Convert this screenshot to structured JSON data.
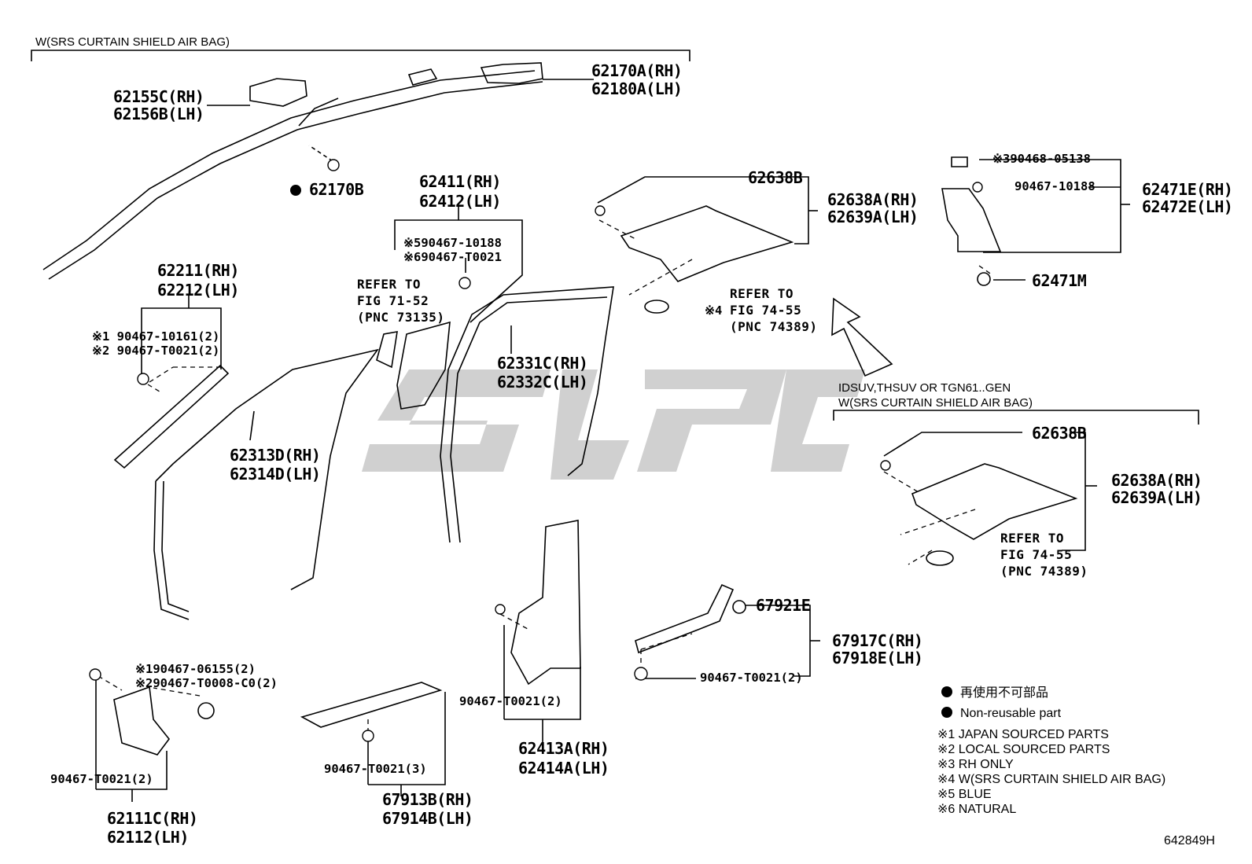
{
  "header": {
    "top_caption": "W(SRS CURTAIN SHIELD AIR BAG)",
    "mid_caption_1": "IDSUV,THSUV OR TGN61..GEN",
    "mid_caption_2": "W(SRS CURTAIN SHIELD AIR BAG)"
  },
  "labels": {
    "p62155C": "62155C(RH)",
    "p62156B": "62156B(LH)",
    "p62170A": "62170A(RH)",
    "p62180A": "62180A(LH)",
    "p62170B": "62170B",
    "p62411": "62411(RH)",
    "p62412": "62412(LH)",
    "c90467_10188_5": "※590467-10188",
    "c90467_T0021_6": "※690467-T0021",
    "refer1_l1": "REFER TO",
    "refer1_l2": "FIG 71-52",
    "refer1_l3": "(PNC 73135)",
    "p62638B_top": "62638B",
    "p62638A_top": "62638A(RH)",
    "p62639A_top": "62639A(LH)",
    "refer2_l1": "REFER TO",
    "refer2_l2": "FIG 74-55",
    "refer2_l3": "(PNC 74389)",
    "note4": "※4",
    "c90468": "※390468-05138",
    "c90467_10188": "90467-10188",
    "p62471E": "62471E(RH)",
    "p62472E": "62472E(LH)",
    "p62471M": "62471M",
    "p62211": "62211(RH)",
    "p62212": "62212(LH)",
    "c1_90467_10161": "※1 90467-10161(2)",
    "c2_90467_T0021": "※2 90467-T0021(2)",
    "p62331C": "62331C(RH)",
    "p62332C": "62332C(LH)",
    "p62313D": "62313D(RH)",
    "p62314D": "62314D(LH)",
    "p62638B_bot": "62638B",
    "p62638A_bot": "62638A(RH)",
    "p62639A_bot": "62639A(LH)",
    "refer3_l1": "REFER TO",
    "refer3_l2": "FIG 74-55",
    "refer3_l3": "(PNC 74389)",
    "p67921E": "67921E",
    "p67917C": "67917C(RH)",
    "p67918E": "67918E(LH)",
    "c90467_T0021_2b": "90467-T0021(2)",
    "c1_90467_06155": "※190467-06155(2)",
    "c2_90467_T0008": "※290467-T0008-C0(2)",
    "c90467_T0021_2a": "90467-T0021(2)",
    "p62111C": "62111C(RH)",
    "p62112": "62112(LH)",
    "c90467_T0021_3": "90467-T0021(3)",
    "p67913B": "67913B(RH)",
    "p67914B": "67914B(LH)",
    "c90467_T0021_2c": "90467-T0021(2)",
    "p62413A": "62413A(RH)",
    "p62414A": "62414A(LH)"
  },
  "legend": {
    "jp": "再使用不可部品",
    "en": "Non-reusable part",
    "n1": "※1 JAPAN SOURCED PARTS",
    "n2": "※2 LOCAL SOURCED PARTS",
    "n3": "※3 RH ONLY",
    "n4": "※4 W(SRS CURTAIN SHIELD AIR BAG)",
    "n5": "※5 BLUE",
    "n6": "※6 NATURAL"
  },
  "diagram_id": "642849H",
  "colors": {
    "ink": "#000000",
    "watermark": "#c8c8c8"
  }
}
